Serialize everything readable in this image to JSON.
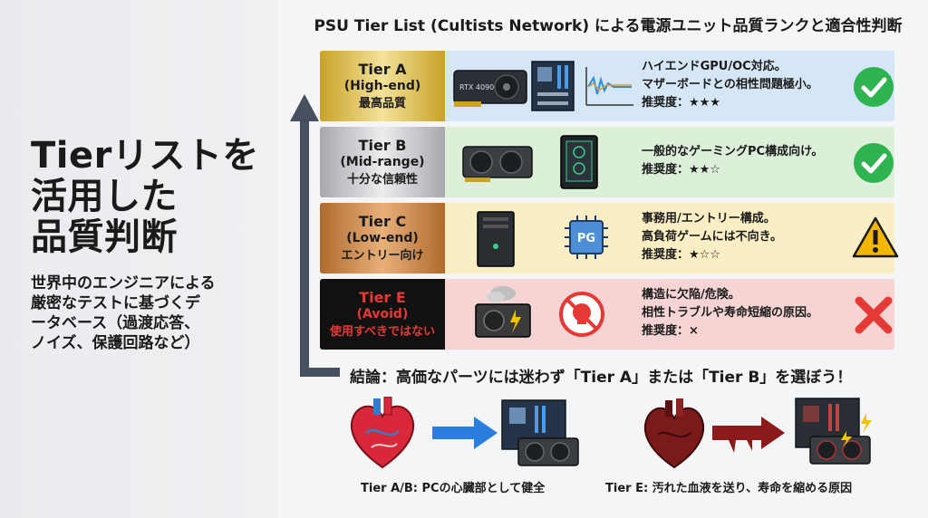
{
  "left": {
    "title": "Tierリストを\n活用した\n品質判断",
    "subtitle": "世界中のエンジニアによる\n厳密なテストに基づくデ\nータベース（過渡応答、\nノイズ、保護回路など）"
  },
  "header": {
    "title": "PSU Tier List (Cultists Network) による電源ユニット品質ランクと適合性判断"
  },
  "tiers": [
    {
      "name": "Tier A",
      "range": "(High-end)",
      "desc": "最高品質",
      "lines": [
        "ハイエンドGPU/OC対応。",
        "マザーボードとの相性問題極小。",
        "推奨度：★★★"
      ],
      "status": "check-icon",
      "color": "#2fb350"
    },
    {
      "name": "Tier B",
      "range": "(Mid-range)",
      "desc": "十分な信頼性",
      "lines": [
        "一般的なゲーミングPC構成向け。",
        "推奨度：★★☆"
      ],
      "status": "check-icon",
      "color": "#2fb350"
    },
    {
      "name": "Tier C",
      "range": "(Low-end)",
      "desc": "エントリー向け",
      "lines": [
        "事務用/エントリー構成。",
        "高負荷ゲームには不向き。",
        "推奨度：★☆☆"
      ],
      "status": "warning-icon",
      "color": "#f2b705"
    },
    {
      "name": "Tier E",
      "range": "(Avoid)",
      "desc": "使用すべきではない",
      "lines": [
        "構造に欠陥/危険。",
        "相性トラブルや寿命短縮の原因。",
        "推奨度：×"
      ],
      "status": "cross-icon",
      "color": "#e53935"
    }
  ],
  "illustrations": {
    "gpu_label": "RTX 4090",
    "chip_label": "PG"
  },
  "conclusion": "結論：高価なパーツには迷わず「Tier A」または「Tier B」を選ぼう！",
  "bottom": {
    "good_caption": "Tier A/B: PCの心臓部として健全",
    "bad_caption": "Tier E: 汚れた血液を送り、寿命を縮める原因"
  }
}
